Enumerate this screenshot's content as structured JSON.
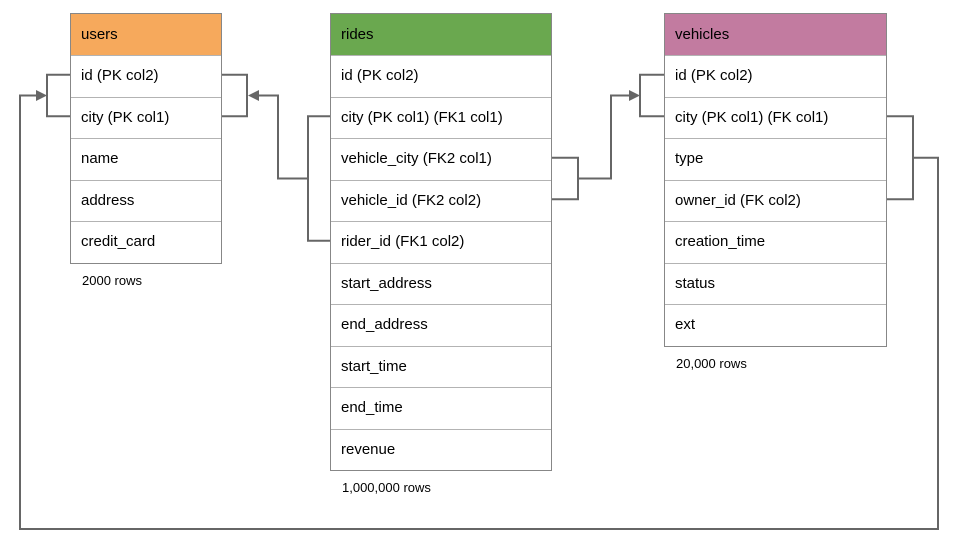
{
  "diagram": {
    "title": "database-schema-er-diagram",
    "connector_color": "#666666",
    "tables": [
      {
        "name": "users",
        "header_color": "#F6A95C",
        "columns": [
          "id (PK col2)",
          "city (PK col1)",
          "name",
          "address",
          "credit_card"
        ],
        "row_count": "2000 rows"
      },
      {
        "name": "rides",
        "header_color": "#6AA84F",
        "columns": [
          "id (PK col2)",
          "city (PK col1) (FK1 col1)",
          "vehicle_city (FK2 col1)",
          "vehicle_id (FK2 col2)",
          "rider_id (FK1 col2)",
          "start_address",
          "end_address",
          "start_time",
          "end_time",
          "revenue"
        ],
        "row_count": "1,000,000 rows"
      },
      {
        "name": "vehicles",
        "header_color": "#C27BA0",
        "columns": [
          "id (PK col2)",
          "city (PK col1) (FK col1)",
          "type",
          "owner_id (FK col2)",
          "creation_time",
          "status",
          "ext"
        ],
        "row_count": "20,000 rows"
      }
    ],
    "relationships": [
      {
        "label": "FK1",
        "from": "rides (city, rider_id)",
        "to": "users (id, city)"
      },
      {
        "label": "FK2",
        "from": "rides (vehicle_city, vehicle_id)",
        "to": "vehicles (id, city)"
      },
      {
        "label": "FK",
        "from": "vehicles (city, owner_id)",
        "to": "users (id, city)"
      }
    ]
  }
}
